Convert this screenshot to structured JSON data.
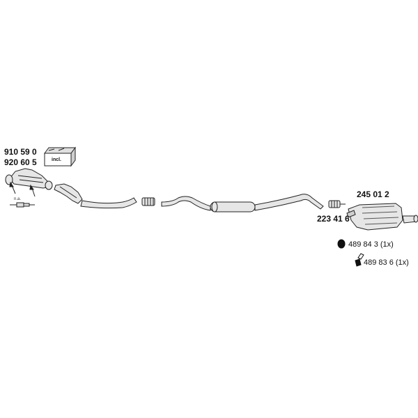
{
  "parts": {
    "cat_a": "910 59 0",
    "cat_b": "920 60 5",
    "kit_label": "incl.",
    "sensor_label": "n.a.",
    "connector": "223 41 6",
    "rear_silencer": "245 01 2",
    "hanger_a": "489 84 3 (1x)",
    "hanger_b": "489 83 6 (1x)"
  },
  "colors": {
    "line": "#222222",
    "fill": "#e6e6e6",
    "shade": "#bdbdbd"
  }
}
